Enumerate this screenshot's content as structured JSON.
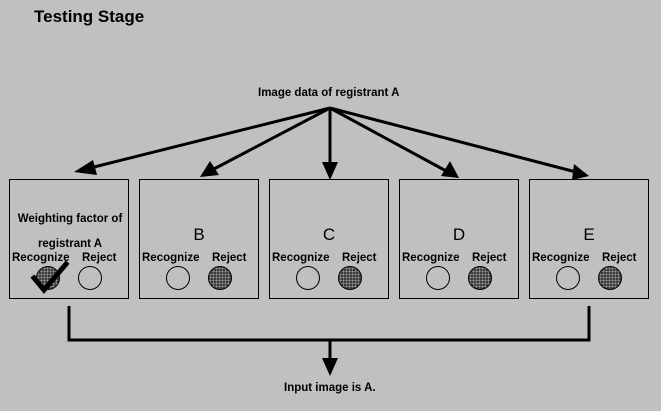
{
  "title": "Testing Stage",
  "source_label": "Image data of registrant  A",
  "output_label": "Input image is A.",
  "boxes": [
    {
      "letter": "",
      "desc_line1": "Weighting factor of",
      "desc_line2": "registrant  A",
      "recognize": "Recognize",
      "reject": "Reject",
      "selected": "recognize",
      "checked": true
    },
    {
      "letter": "B",
      "recognize": "Recognize",
      "reject": "Reject",
      "selected": "reject"
    },
    {
      "letter": "C",
      "recognize": "Recognize",
      "reject": "Reject",
      "selected": "reject"
    },
    {
      "letter": "D",
      "recognize": "Recognize",
      "reject": "Reject",
      "selected": "reject"
    },
    {
      "letter": "E",
      "recognize": "Recognize",
      "reject": "Reject",
      "selected": "reject"
    }
  ],
  "colors": {
    "background": "#c0c0c0",
    "ink": "#000000",
    "filled_circle": "#3a3a3a"
  }
}
